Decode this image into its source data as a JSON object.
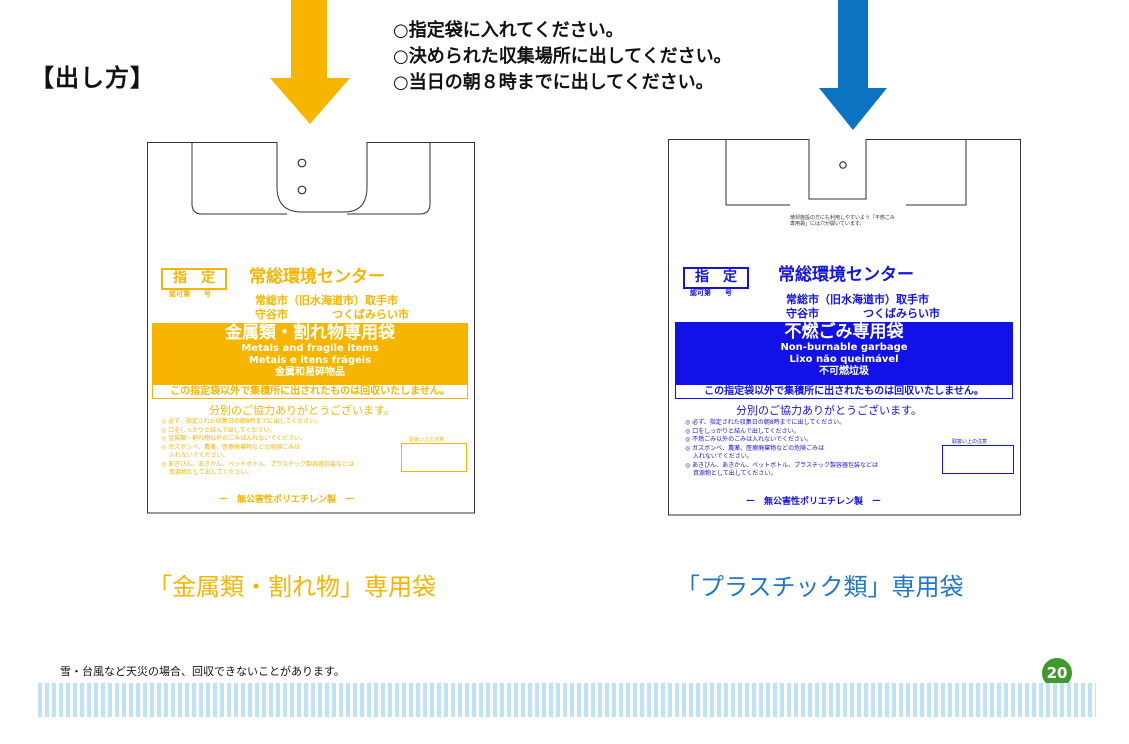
{
  "heading": "【出し方】",
  "instructions": [
    "○指定袋に入れてください。",
    "○決められた収集場所に出してください。",
    "○当日の朝８時までに出してください。"
  ],
  "colors": {
    "orange": "#f7b500",
    "blue": "#0c72c2",
    "bag_blue": "#1212e8",
    "green": "#3f9a2e",
    "stripe": "#bfe2f6"
  },
  "bag_left": {
    "shinei": "指　定",
    "permit": "認可第　　号",
    "center": "常総環境センター",
    "cities1": "常総市（旧水海道市）取手市",
    "cities2": "守谷市　　　　つくばみらい市",
    "band_title": "金属類・割れ物専用袋",
    "band_en": "Metals and fragile items",
    "band_pt": "Metais e itens frágeis",
    "band_cn": "金属和易碎物品",
    "warning": "この指定袋以外で集積所に出されたものは回収いたしません。",
    "thanks": "分別のご協力ありがとうございます。",
    "rules": [
      "◎ 必ず、指定された収集日の朝8時までに出してください。",
      "◎ 口をしっかりと結んで出してください。",
      "◎ 金属類・割れ物以外のごみは入れないでください。",
      "◎ ガスボンベ、農薬、医療廃棄物などの危険ごみは",
      "　 入れないでください。",
      "◎ あきびん、あきかん、ペットボトル、プラスチック製容器包装などは",
      "　 資源物として出してください。"
    ],
    "handler": "取扱い上の注意",
    "material": "ー　無公害性ポリエチレン製　ー"
  },
  "bag_right": {
    "note": "焼却施設の方にも利用しやすいよう「不燃ごみ専用袋」には穴が開いています。",
    "shinei": "指　定",
    "permit": "認可第　　号",
    "center": "常総環境センター",
    "cities1": "常総市（旧水海道市）取手市",
    "cities2": "守谷市　　　　つくばみらい市",
    "band_title": "不燃ごみ専用袋",
    "band_en": "Non-burnable garbage",
    "band_pt": "Lixo não queimável",
    "band_cn": "不可燃垃圾",
    "warning": "この指定袋以外で集積所に出されたものは回収いたしません。",
    "thanks": "分別のご協力ありがとうございます。",
    "rules": [
      "◎ 必ず、指定された収集日の朝8時までに出してください。",
      "◎ 口をしっかりと結んで出してください。",
      "◎ 不燃ごみ以外のごみは入れないでください。",
      "◎ ガスボンベ、農薬、医療廃棄物などの危険ごみは",
      "　 入れないでください。",
      "◎ あきびん、あきかん、ペットボトル、プラスチック製容器包装などは",
      "　 資源物として出してください。"
    ],
    "handler": "取扱い上の注意",
    "material": "ー　無公害性ポリエチレン製　ー"
  },
  "caption_left": "「金属類・割れ物」専用袋",
  "caption_right": "「プラスチック類」専用袋",
  "footer_note": "雪・台風など天災の場合、回収できないことがあります。",
  "page_number": "20"
}
